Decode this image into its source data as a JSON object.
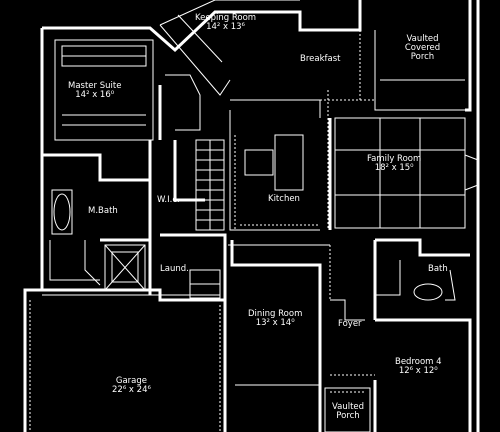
{
  "rooms": {
    "keeping_room": {
      "name": "Keeping Room",
      "dim": "14² x 13⁶"
    },
    "breakfast": {
      "name": "Breakfast"
    },
    "vaulted_porch": {
      "name": "Vaulted Covered Porch"
    },
    "master_suite": {
      "name": "Master Suite",
      "dim": "14² x 16⁰"
    },
    "m_bath": {
      "name": "M.Bath"
    },
    "wic": {
      "name": "W.I.c."
    },
    "kitchen": {
      "name": "Kitchen"
    },
    "family_room": {
      "name": "Family Room",
      "dim": "18² x 15⁰"
    },
    "bath": {
      "name": "Bath"
    },
    "laund": {
      "name": "Laund."
    },
    "dining_room": {
      "name": "Dining Room",
      "dim": "13² x 14⁰"
    },
    "foyer": {
      "name": "Foyer"
    },
    "bedroom_4": {
      "name": "Bedroom 4",
      "dim": "12⁶ x 12⁰"
    },
    "garage": {
      "name": "Garage",
      "dim": "22⁶ x 24⁶"
    },
    "vaulted_entry_porch": {
      "name": "Vaulted Porch"
    }
  }
}
